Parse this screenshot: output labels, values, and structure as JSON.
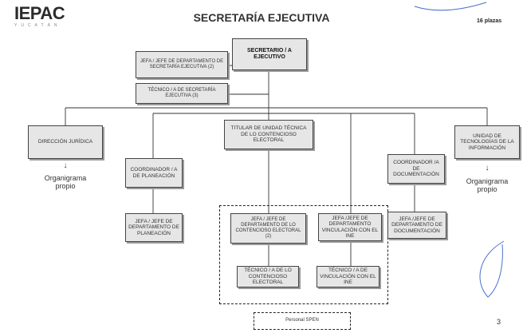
{
  "header": {
    "logo_text": "IEPAC",
    "logo_subtext": "YUCATÁN",
    "title": "SECRETARÍA EJECUTIVA",
    "plazas": "16 plazas"
  },
  "nodes": {
    "secretario": "SECRETARIO / A EJECUTIVO",
    "jefa_secretaria": "JEFA / JEFE DE DEPARTAMENTO DE SECRETARÍA EJECUTIVA (2)",
    "tecnico_secretaria": "TÉCNICO / A DE SECRETARÍA EJECUTIVA (3)",
    "direccion_juridica": "DIRECCIÓN JURÍDICA",
    "titular_contencioso": "TITULAR DE UNIDAD TÉCNICA DE LO CONTENCIOSO ELECTORAL",
    "unidad_tecnologias": "UNIDAD DE TECNOLOGÍAS DE LA INFORMACIÓN",
    "coord_planeacion": "COORDINADOR / A DE PLANEACIÓN",
    "coord_documentacion": "COORDINADOR /A DE DOCUMENTACIÓN",
    "jefa_planeacion": "JEFA / JEFE DE DEPARTAMENTO DE PLANEACIÓN",
    "jefa_documentacion": "JEFA /JEFE DE DEPARTAMENTO DE DOCUMENTACIÓN",
    "jefa_contencioso": "JEFA / JEFE DE DEPARTAMENTO DE LO CONTENCIOSO ELECTORAL (2)",
    "jefa_vinculacion": "JEFA /JEFE DE DEPARTAMENTO VINCULACIÓN CON EL INE",
    "tecnico_contencioso": "TÉCNICO / A DE LO CONTENCIOSO ELECTORAL",
    "tecnico_vinculacion": "TÉCNICO / A DE VINCULACIÓN CON EL INE"
  },
  "notes": {
    "organigrama_juridica": "Organigrama propio",
    "organigrama_tecnologias": "Organigrama propio",
    "arrow_glyph": "↓"
  },
  "legend": {
    "spen": "Personal SPEN"
  },
  "page_number": "3"
}
